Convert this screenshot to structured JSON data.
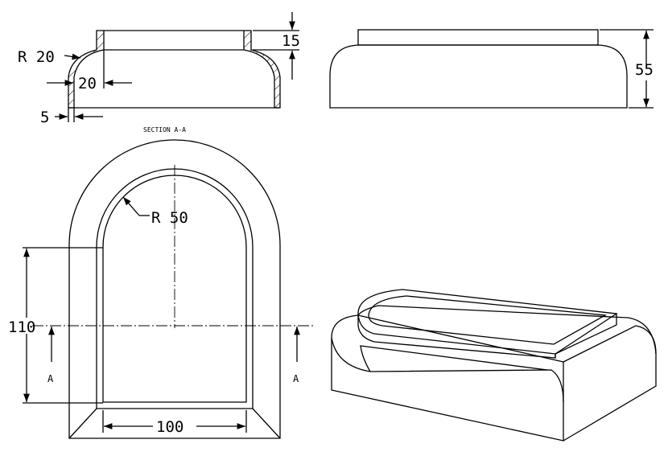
{
  "section": {
    "title": "SECTION A-A",
    "dim_radius": "R 20",
    "dim_offset": "20",
    "dim_thickness": "5",
    "dim_flange_height": "15"
  },
  "elevation": {
    "dim_height": "55"
  },
  "plan": {
    "dim_radius": "R 50",
    "dim_length": "110",
    "dim_width": "100",
    "section_label_left": "A",
    "section_label_right": "A"
  }
}
